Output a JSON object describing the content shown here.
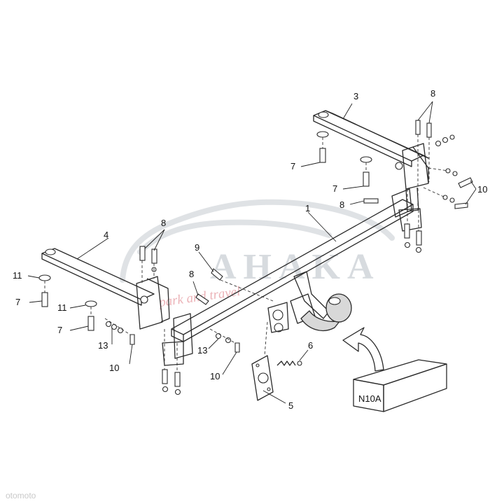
{
  "watermark": {
    "brand": "AHAKA",
    "tagline": "park and travel"
  },
  "kit_box": {
    "label": "N10A"
  },
  "footer": {
    "source": "otomoto"
  },
  "callouts": {
    "c1": "1",
    "c3": "3",
    "c4": "4",
    "c5": "5",
    "c6": "6",
    "c7a": "7",
    "c7b": "7",
    "c7c": "7",
    "c7d": "7",
    "c8a": "8",
    "c8b": "8",
    "c8c": "8",
    "c8d": "8",
    "c9": "9",
    "c10a": "10",
    "c10b": "10",
    "c10c": "10",
    "c11a": "11",
    "c11b": "11",
    "c13a": "13",
    "c13b": "13"
  }
}
